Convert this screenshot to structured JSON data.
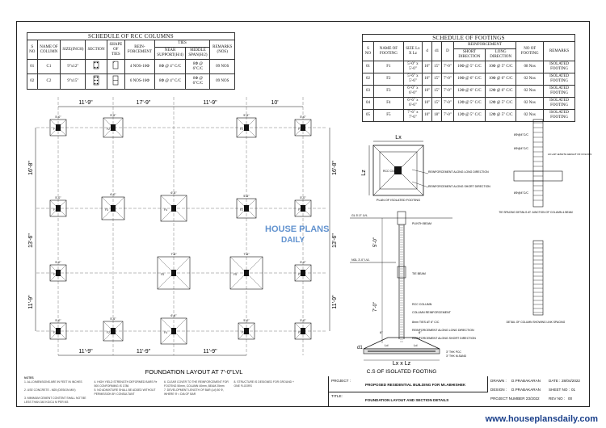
{
  "rcc_columns": {
    "title": "SCHEDULE OF RCC COLUMNS",
    "headers": [
      "S NO",
      "NAME OF COLUMN",
      "SIZE(INCH)",
      "SECTION",
      "SHAPE OF TIES",
      "REIN-FORCEMENT",
      "TIES",
      "NEAR SUPPORT(H/4)",
      "MIDDLE SPAN(H/2)",
      "REMARKS (NOS)"
    ],
    "rows": [
      [
        "01",
        "C1",
        "9\"x12\"",
        "",
        "",
        "4 NOS-16Φ",
        "8Φ @ 4\" C/C",
        "8Φ @ 6\"C/C",
        "09 NOS"
      ],
      [
        "02",
        "C2",
        "9\"x15\"",
        "",
        "",
        "6 NOS-16Φ",
        "8Φ @ 4\" C/C",
        "8Φ @ 6\"C/C",
        "09 NOS"
      ]
    ]
  },
  "footings": {
    "title": "SCHEDULE OF FOOTINGS",
    "headers": [
      "S NO",
      "NAME OF FOOTING",
      "SIZE Lx X Lz",
      "d",
      "d1",
      "D",
      "REINFORCEMENT",
      "SHORT DIRECTION",
      "LONG DIRECTION",
      "NO OF FOOTING",
      "REMARKS"
    ],
    "rows": [
      [
        "01",
        "F1",
        "5'-0\" x 5'-0\"",
        "10\"",
        "15\"",
        "7'-0\"",
        "10Φ @ 5\" C/C",
        "10Φ @ 5\" C/C",
        "08 Nos",
        "ISOLATED FOOTING"
      ],
      [
        "02",
        "F2",
        "5'-6\" x 5'-6\"",
        "10\"",
        "15\"",
        "7'-0\"",
        "10Φ @ 6\" C/C",
        "10Φ @ 6\" C/C",
        "02 Nos",
        "ISOLATED FOOTING"
      ],
      [
        "03",
        "F3",
        "6'-0\" x 6'-0\"",
        "10\"",
        "15\"",
        "7'-0\"",
        "12Φ @ 6\" C/C",
        "12Φ @ 6\" C/C",
        "02 Nos",
        "ISOLATED FOOTING"
      ],
      [
        "04",
        "F4",
        "6'-6\" x 6'-6\"",
        "10\"",
        "15\"",
        "7'-0\"",
        "12Φ @ 5\" C/C",
        "12Φ @ 5\" C/C",
        "02 Nos",
        "ISOLATED FOOTING"
      ],
      [
        "05",
        "F5",
        "7'-6\" x 7'-6\"",
        "10\"",
        "18\"",
        "7'-0\"",
        "12Φ @ 5\" C/C",
        "12Φ @ 5\" C/C",
        "02 Nos",
        "ISOLATED FOOTING"
      ]
    ]
  },
  "plan": {
    "top_dims": [
      "11'-9\"",
      "17'-9\"",
      "11'-9\"",
      "10'"
    ],
    "bottom_dims": [
      "11'-9\"",
      "11'-9\"",
      "11'-9\""
    ],
    "left_dims": [
      "16'-8\"",
      "13'-6\"",
      "11'-9\""
    ],
    "right_dims": [
      "16'-8\"",
      "13'-6\"",
      "11'-9\""
    ],
    "footing_sizes": [
      "5'-0\"",
      "5'-6\"",
      "6'-0\"",
      "6'-6\"",
      "7'-6\""
    ],
    "footing_tags": [
      "F1",
      "F2",
      "F3",
      "F4",
      "F5"
    ],
    "title": "FOUNDATION LAYOUT AT  7'-0\"LVL"
  },
  "plan_detail": {
    "lx": "Lx",
    "lz": "Lz",
    "rcc_col": "RCC COL",
    "long_reinf": "REINFORCEMENT ALONG LONG DIRECTION",
    "short_reinf": "REINFORCEMENT ALONG SHORT DIRECTION",
    "caption": "PLAN OF ISOLATED FOOTING"
  },
  "section": {
    "gl": "GL 5'-0\" LVL",
    "plinth": "PLINTH BEAM",
    "ngl": "NGL 3'-0\" LVL",
    "tie": "TIE BEAM",
    "dim_a": "5'-0\"",
    "dim_b": "7'-0\"",
    "rcc": "RCC COLUMN",
    "col_reinf": "COLUMN REINFORCEMENT",
    "ties": "8mm TIES AT 6\" C/C",
    "long": "REINFORCEMENT ALONG LONG DIRECTION",
    "short": "REINFORCEMENT ALONG SHORT DIRECTION",
    "pcc": "3\" THK PCC",
    "sand": "3\" THK M-SAND",
    "d1": "d1",
    "size": "Lx x Lz",
    "caption": "C.S OF ISOLATED FOOTING",
    "cover": "6\"",
    "ld": "Ld"
  },
  "details": {
    "tie_caption": "TIE SPACING DETAILS AT JUNCTION OF COLUMN & BEAM",
    "link_caption": "DETAIL OF COLUMN SHOWING LINK SPACING",
    "tie_marks": [
      "8Φ@4\"C/C",
      "8Φ@4\"C/C",
      "8Φ@4\"C/C"
    ],
    "lap_note": "LD LAP LENGTH HEIGHT OF COLUMN"
  },
  "watermark": {
    "line1": "HOUSE PLANS",
    "line2": "DAILY"
  },
  "notes": {
    "title": "NOTES",
    "items": [
      "1. ALL DIMENSIONS ARE IN FEET IN INCHES",
      "2. USE CONCRETE - M25 (DESIGN MIX)",
      "3. MINIMUM CEMENT CONTENT SHALL NOT BE LESS THAN 340 KG/CU M PER M3",
      "4. HIGH YIELD STRENGTH DEFORMED BARS Fe 500 CONFORMING IS 1786",
      "5. NO ADMIXTURE SHALL BE ADDED WITHOUT PERMISSION BY CONSULTANT",
      "6. CLEAR COVER TO THE REINFORCEMENT FOR FOOTING 50mm, COLUMN 40mm, BEAM 25mm",
      "7. DEVELOPMENT LENGTH OF BAR (Ld) 50 Φ, WHERE Φ = DIA OF BAR",
      "8. STRUCTURE IS DESIGNED FOR GROUND + ONE FLOORS"
    ]
  },
  "title_block": {
    "project_label": "PROJECT :",
    "project": "PROPOSED RESIDENTIAL BUILDING FOR Mr.ABHISHEK",
    "title_label": "TITLE:",
    "title": "FOUNDATION LAYOUT AND SECTION DETAILS",
    "drawn_label": "DRAWN :",
    "drawn": "D.PRABAKARAN",
    "date_label": "DATE :",
    "date": "28/04/2022",
    "design_label": "DESIGN :",
    "design": "D.PRABAKARAN",
    "sheet_label": "SHEET NO :",
    "sheet": "01",
    "projno_label": "PROJECT NUMBER :",
    "projno": "23/2022",
    "rev_label": "REV NO :",
    "rev": "00"
  },
  "url": "www.houseplansdaily.com"
}
